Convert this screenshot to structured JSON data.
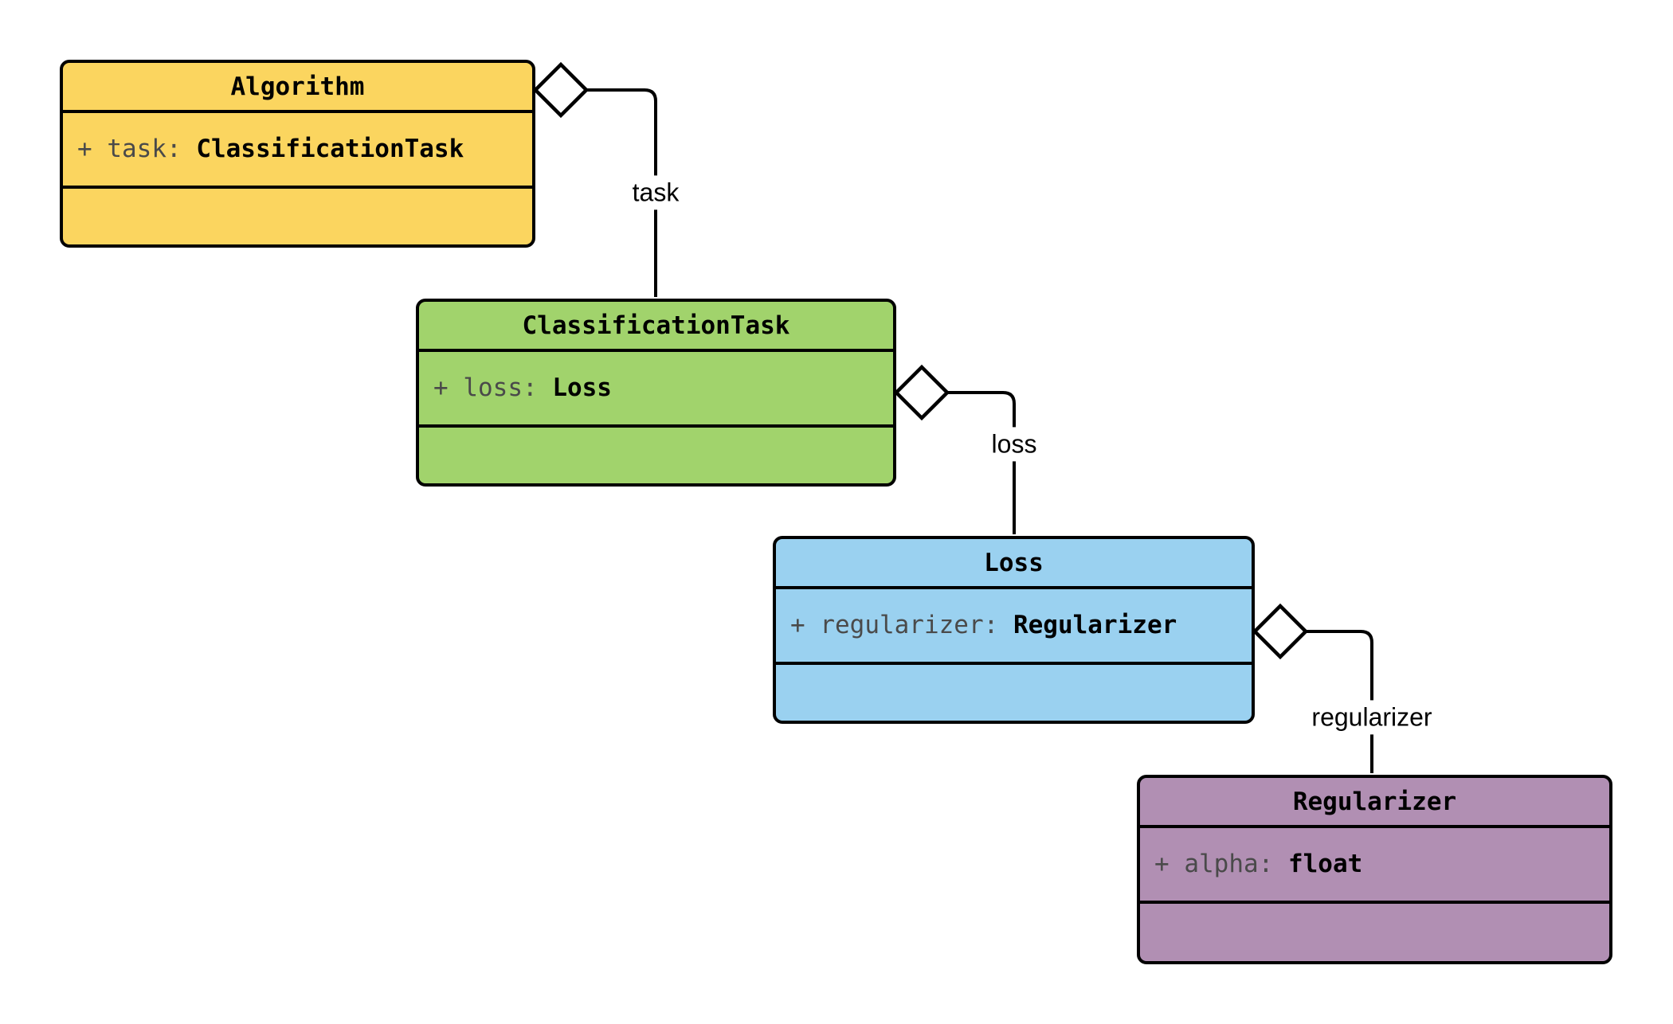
{
  "diagram": {
    "kind": "uml-class-diagram",
    "background": "#ffffff",
    "border_color": "#000000",
    "attr_name_color": "#4a4a4a",
    "classes": [
      {
        "name": "Algorithm",
        "fill": "#FBD55F",
        "attribute_prefix": "+ task: ",
        "attribute_type": "ClassificationTask"
      },
      {
        "name": "ClassificationTask",
        "fill": "#A1D36C",
        "attribute_prefix": "+ loss: ",
        "attribute_type": "Loss"
      },
      {
        "name": "Loss",
        "fill": "#9AD1F0",
        "attribute_prefix": "+ regularizer: ",
        "attribute_type": "Regularizer"
      },
      {
        "name": "Regularizer",
        "fill": "#B18FB3",
        "attribute_prefix": "+ alpha: ",
        "attribute_type": "float"
      }
    ],
    "relations": [
      {
        "from": "Algorithm",
        "to": "ClassificationTask",
        "label": "task",
        "type": "aggregation"
      },
      {
        "from": "ClassificationTask",
        "to": "Loss",
        "label": "loss",
        "type": "aggregation"
      },
      {
        "from": "Loss",
        "to": "Regularizer",
        "label": "regularizer",
        "type": "aggregation"
      }
    ]
  }
}
